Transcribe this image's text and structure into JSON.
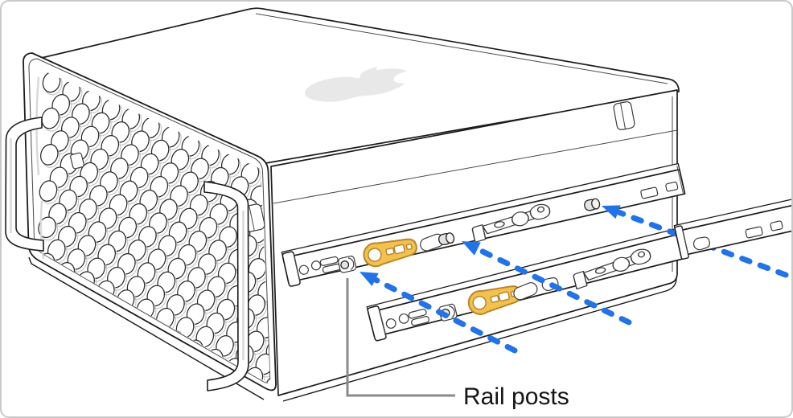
{
  "figure": {
    "caption_label": "Rail posts",
    "type": "technical-illustration",
    "subject": "Mac Pro side view with two mounted rack rails, a detached rail segment, and arrows indicating rail posts",
    "arrow_count": 3,
    "rail_count": 3
  },
  "colors": {
    "accent_blue": "#2273E8",
    "slider_yellow": "#F2C14E",
    "slider_outline": "#B9872B",
    "ink": "#1C1C1C",
    "detail_ink": "#3A3A3A",
    "callout_gray": "#8A8A8A",
    "logo_gray": "#E8E8E8",
    "metal_gray": "#E3E3E3",
    "border_gray": "#C9C9C9",
    "label_ink": "#151515"
  }
}
